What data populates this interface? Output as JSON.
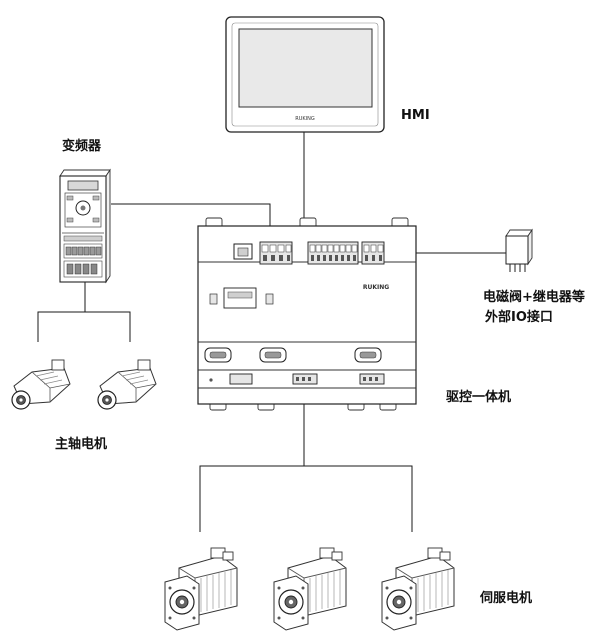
{
  "labels": {
    "hmi": "HMI",
    "vfd": "变频器",
    "spindle_motor": "主轴电机",
    "io_line1": "电磁阀+继电器等",
    "io_line2": "外部IO接口",
    "controller": "驱控一体机",
    "servo_motor": "伺服电机"
  },
  "brand_text": "RUKING",
  "colors": {
    "line": "#1a1a1a",
    "device_fill": "#ffffff",
    "terminal_fill": "#e6e6e6",
    "screen": "#e9e9e9"
  }
}
